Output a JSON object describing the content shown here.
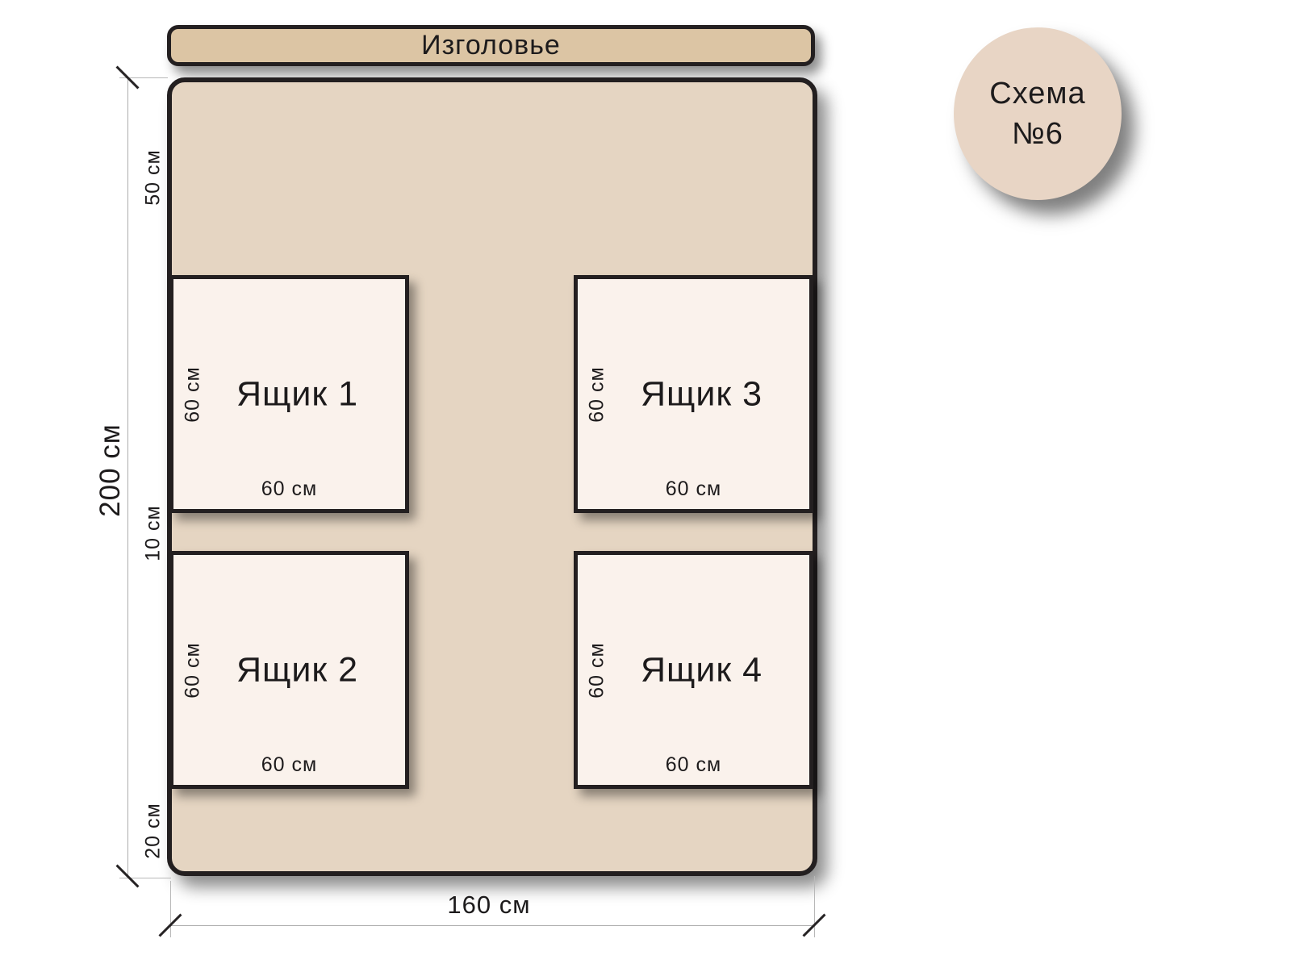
{
  "badge": {
    "title": "Схема",
    "number": "№6"
  },
  "headboard": {
    "label": "Изголовье"
  },
  "drawers": [
    {
      "label": "Ящик 1",
      "width": "60 см",
      "height": "60 см"
    },
    {
      "label": "Ящик 2",
      "width": "60 см",
      "height": "60 см"
    },
    {
      "label": "Ящик 3",
      "width": "60 см",
      "height": "60 см"
    },
    {
      "label": "Ящик 4",
      "width": "60 см",
      "height": "60 см"
    }
  ],
  "dimensions": {
    "total_height": "200 см",
    "total_width": "160 см",
    "top_offset": "50 см",
    "row_gap": "10 см",
    "bottom_offset": "20 см"
  },
  "colors": {
    "headboard_fill": "#dcc5a4",
    "bed_fill": "#e5d5c2",
    "drawer_fill": "#faf2ec",
    "badge_fill": "#e8d5c5",
    "outline": "#231f20"
  }
}
